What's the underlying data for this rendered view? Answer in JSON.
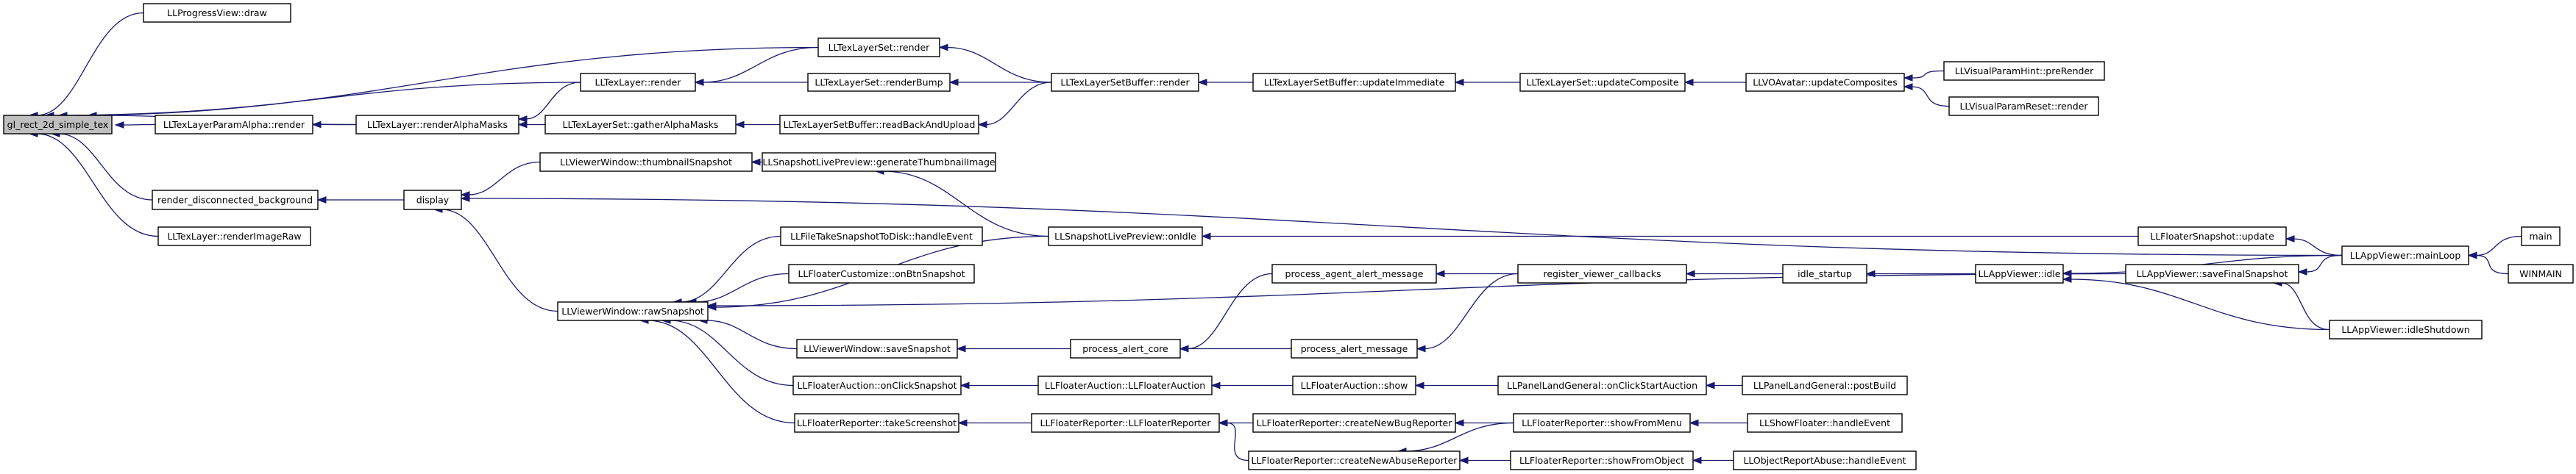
{
  "colors": {
    "edge": "#191970",
    "node_border": "#000000",
    "root_fill": "#bfbfbf",
    "node_fill": "#ffffff"
  },
  "nodes": [
    {
      "id": "root",
      "label": "gl_rect_2d_simple_tex",
      "root": true
    },
    {
      "id": "n1",
      "label": "LLProgressView::draw"
    },
    {
      "id": "n2",
      "label": "LLTexLayer::render"
    },
    {
      "id": "n3",
      "label": "LLTexLayerParamAlpha::render"
    },
    {
      "id": "n4",
      "label": "LLTexLayer::renderAlphaMasks"
    },
    {
      "id": "n5",
      "label": "render_disconnected_background"
    },
    {
      "id": "n6",
      "label": "LLTexLayer::renderImageRaw"
    },
    {
      "id": "n7",
      "label": "LLTexLayerSet::render"
    },
    {
      "id": "n8",
      "label": "LLTexLayerSet::renderBump"
    },
    {
      "id": "n9",
      "label": "LLTexLayerSet::gatherAlphaMasks"
    },
    {
      "id": "n10",
      "label": "LLTexLayerSetBuffer::render"
    },
    {
      "id": "n11",
      "label": "LLTexLayerSetBuffer::readBackAndUpload"
    },
    {
      "id": "n12",
      "label": "LLTexLayerSetBuffer::updateImmediate"
    },
    {
      "id": "n13",
      "label": "LLTexLayerSet::updateComposite"
    },
    {
      "id": "n14",
      "label": "LLVOAvatar::updateComposites"
    },
    {
      "id": "n15",
      "label": "LLVisualParamHint::preRender"
    },
    {
      "id": "n16",
      "label": "LLVisualParamReset::render"
    },
    {
      "id": "n17",
      "label": "display"
    },
    {
      "id": "n18",
      "label": "LLViewerWindow::thumbnailSnapshot"
    },
    {
      "id": "n19",
      "label": "LLSnapshotLivePreview::generateThumbnailImage"
    },
    {
      "id": "n20",
      "label": "LLViewerWindow::rawSnapshot"
    },
    {
      "id": "n21",
      "label": "LLFileTakeSnapshotToDisk::handleEvent"
    },
    {
      "id": "n22",
      "label": "LLFloaterCustomize::onBtnSnapshot"
    },
    {
      "id": "n23",
      "label": "LLSnapshotLivePreview::onIdle"
    },
    {
      "id": "n24",
      "label": "LLViewerWindow::saveSnapshot"
    },
    {
      "id": "n25",
      "label": "LLFloaterAuction::onClickSnapshot"
    },
    {
      "id": "n26",
      "label": "LLFloaterReporter::takeScreenshot"
    },
    {
      "id": "n27",
      "label": "process_alert_core"
    },
    {
      "id": "n28",
      "label": "process_agent_alert_message"
    },
    {
      "id": "n29",
      "label": "process_alert_message"
    },
    {
      "id": "n30",
      "label": "register_viewer_callbacks"
    },
    {
      "id": "n31",
      "label": "idle_startup"
    },
    {
      "id": "n32",
      "label": "LLAppViewer::idle"
    },
    {
      "id": "n33",
      "label": "LLFloaterSnapshot::update"
    },
    {
      "id": "n34",
      "label": "LLAppViewer::saveFinalSnapshot"
    },
    {
      "id": "n35",
      "label": "LLAppViewer::mainLoop"
    },
    {
      "id": "n36",
      "label": "main"
    },
    {
      "id": "n37",
      "label": "WINMAIN"
    },
    {
      "id": "n38",
      "label": "LLAppViewer::idleShutdown"
    },
    {
      "id": "n39",
      "label": "LLFloaterAuction::LLFloaterAuction"
    },
    {
      "id": "n40",
      "label": "LLFloaterAuction::show"
    },
    {
      "id": "n41",
      "label": "LLPanelLandGeneral::onClickStartAuction"
    },
    {
      "id": "n42",
      "label": "LLPanelLandGeneral::postBuild"
    },
    {
      "id": "n43",
      "label": "LLFloaterReporter::LLFloaterReporter"
    },
    {
      "id": "n44",
      "label": "LLFloaterReporter::createNewBugReporter"
    },
    {
      "id": "n45",
      "label": "LLFloaterReporter::createNewAbuseReporter"
    },
    {
      "id": "n46",
      "label": "LLFloaterReporter::showFromMenu"
    },
    {
      "id": "n47",
      "label": "LLFloaterReporter::showFromObject"
    },
    {
      "id": "n48",
      "label": "LLShowFloater::handleEvent"
    },
    {
      "id": "n49",
      "label": "LLObjectReportAbuse::handleEvent"
    }
  ],
  "edges": [
    {
      "from": "root",
      "to": "n1"
    },
    {
      "from": "root",
      "to": "n7"
    },
    {
      "from": "root",
      "to": "n2"
    },
    {
      "from": "root",
      "to": "n3"
    },
    {
      "from": "root",
      "to": "n4"
    },
    {
      "from": "root",
      "to": "n5"
    },
    {
      "from": "root",
      "to": "n6"
    },
    {
      "from": "n2",
      "to": "n7"
    },
    {
      "from": "n2",
      "to": "n8"
    },
    {
      "from": "n3",
      "to": "n4"
    },
    {
      "from": "n4",
      "to": "n2"
    },
    {
      "from": "n4",
      "to": "n9"
    },
    {
      "from": "n7",
      "to": "n10"
    },
    {
      "from": "n8",
      "to": "n10"
    },
    {
      "from": "n9",
      "to": "n11"
    },
    {
      "from": "n11",
      "to": "n10"
    },
    {
      "from": "n10",
      "to": "n12"
    },
    {
      "from": "n12",
      "to": "n13"
    },
    {
      "from": "n13",
      "to": "n14"
    },
    {
      "from": "n14",
      "to": "n15"
    },
    {
      "from": "n14",
      "to": "n16"
    },
    {
      "from": "n5",
      "to": "n17"
    },
    {
      "from": "n17",
      "to": "n18"
    },
    {
      "from": "n17",
      "to": "n20"
    },
    {
      "from": "n17",
      "to": "n35"
    },
    {
      "from": "n18",
      "to": "n19"
    },
    {
      "from": "n19",
      "to": "n23"
    },
    {
      "from": "n20",
      "to": "n21"
    },
    {
      "from": "n20",
      "to": "n22"
    },
    {
      "from": "n20",
      "to": "n23"
    },
    {
      "from": "n20",
      "to": "n34"
    },
    {
      "from": "n20",
      "to": "n24"
    },
    {
      "from": "n20",
      "to": "n25"
    },
    {
      "from": "n20",
      "to": "n26"
    },
    {
      "from": "n23",
      "to": "n33"
    },
    {
      "from": "n24",
      "to": "n27"
    },
    {
      "from": "n27",
      "to": "n28"
    },
    {
      "from": "n27",
      "to": "n29"
    },
    {
      "from": "n28",
      "to": "n30"
    },
    {
      "from": "n29",
      "to": "n30"
    },
    {
      "from": "n30",
      "to": "n31"
    },
    {
      "from": "n31",
      "to": "n32"
    },
    {
      "from": "n32",
      "to": "n35"
    },
    {
      "from": "n32",
      "to": "n38"
    },
    {
      "from": "n33",
      "to": "n35"
    },
    {
      "from": "n34",
      "to": "n35"
    },
    {
      "from": "n34",
      "to": "n38"
    },
    {
      "from": "n35",
      "to": "n36"
    },
    {
      "from": "n35",
      "to": "n37"
    },
    {
      "from": "n25",
      "to": "n39"
    },
    {
      "from": "n39",
      "to": "n40"
    },
    {
      "from": "n40",
      "to": "n41"
    },
    {
      "from": "n41",
      "to": "n42"
    },
    {
      "from": "n26",
      "to": "n43"
    },
    {
      "from": "n43",
      "to": "n44"
    },
    {
      "from": "n43",
      "to": "n45"
    },
    {
      "from": "n44",
      "to": "n46"
    },
    {
      "from": "n45",
      "to": "n46"
    },
    {
      "from": "n45",
      "to": "n47"
    },
    {
      "from": "n46",
      "to": "n48"
    },
    {
      "from": "n47",
      "to": "n49"
    }
  ]
}
